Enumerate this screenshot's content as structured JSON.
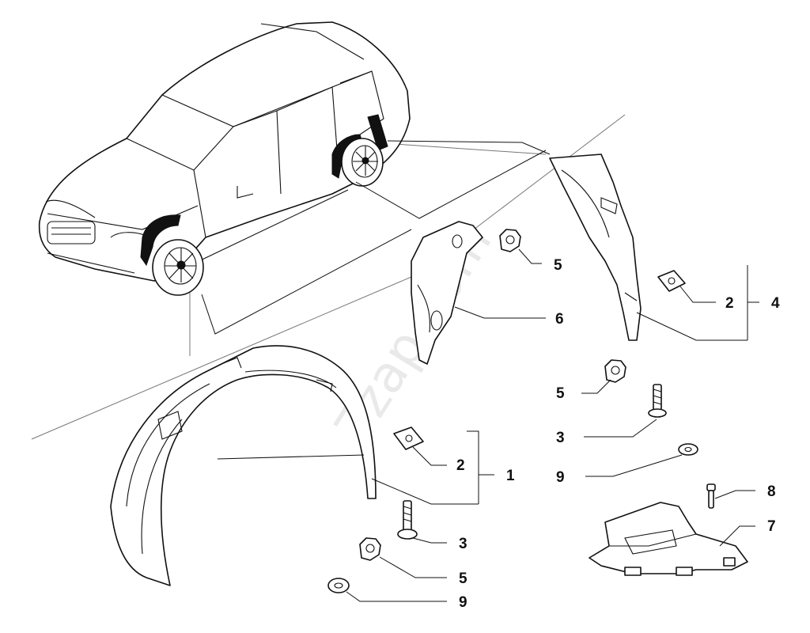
{
  "watermark": "7zap.com",
  "callouts": {
    "c1": "1",
    "c2a": "2",
    "c2b": "2",
    "c3a": "3",
    "c3b": "3",
    "c4": "4",
    "c5a": "5",
    "c5b": "5",
    "c5c": "5",
    "c6": "6",
    "c7": "7",
    "c8": "8",
    "c9a": "9",
    "c9b": "9"
  }
}
